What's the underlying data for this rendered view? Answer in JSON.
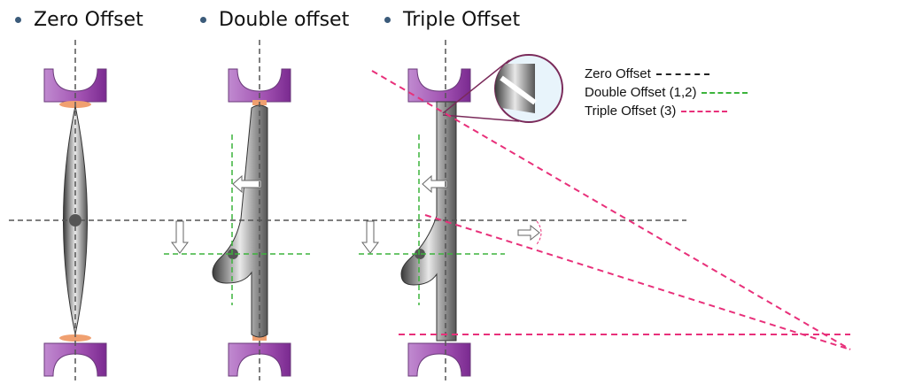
{
  "titles": [
    "Zero Offset",
    "Double offset",
    "Triple Offset"
  ],
  "legend": [
    {
      "label": "Zero Offset",
      "color": "#222222"
    },
    {
      "label": "Double Offset (1,2)",
      "color": "#3cb43c"
    },
    {
      "label": "Triple Offset (3)",
      "color": "#e8307a"
    }
  ],
  "colors": {
    "seat": "#a050b0",
    "pad": "#f0a070",
    "disc": "#707070"
  }
}
